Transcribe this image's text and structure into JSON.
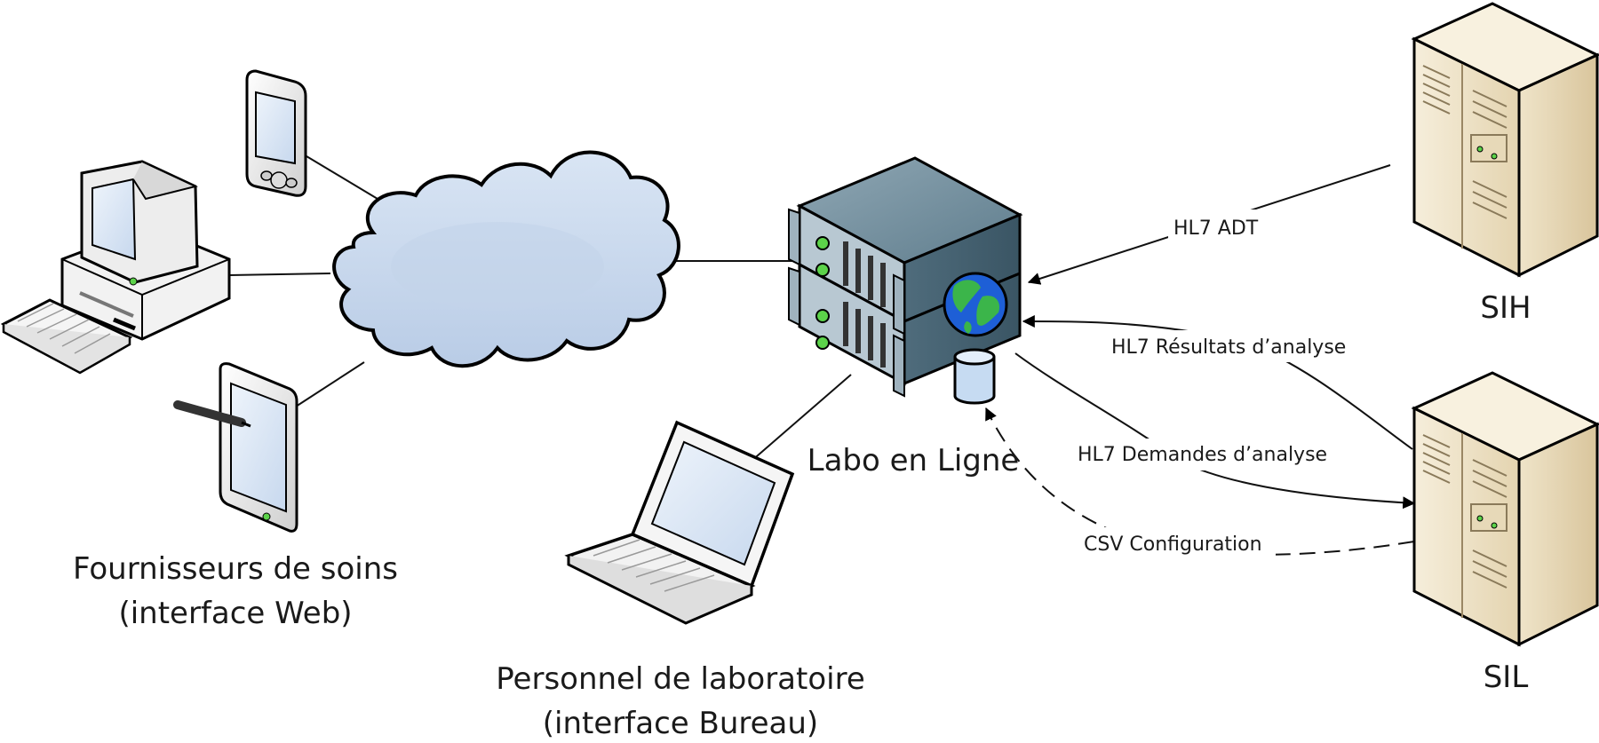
{
  "nodes": {
    "providers": {
      "line1": "Fournisseurs de soins",
      "line2": "(interface Web)"
    },
    "lab_staff": {
      "line1": "Personnel de laboratoire",
      "line2": "(interface Bureau)"
    },
    "lab_online": {
      "label": "Labo en Ligne"
    },
    "sih": {
      "label": "SIH"
    },
    "sil": {
      "label": "SIL"
    }
  },
  "connections": {
    "adt": "HL7 ADT",
    "results": "HL7 Résultats d’analyse",
    "requests": "HL7 Demandes d’analyse",
    "csv": "CSV Configuration"
  },
  "colors": {
    "cloud_fill": "#c9d9ee",
    "server_tan": "#e9dcc0",
    "server_steel": "#5a7a8c",
    "screen": "#dce8f7",
    "globe_blue": "#1e5fd6",
    "globe_green": "#3bb54a",
    "led_green": "#5cd34a"
  },
  "icons": [
    "pda-icon",
    "desktop-computer-icon",
    "tablet-icon",
    "cloud-icon",
    "rack-server-icon",
    "globe-icon",
    "database-icon",
    "laptop-icon",
    "tower-server-icon"
  ]
}
